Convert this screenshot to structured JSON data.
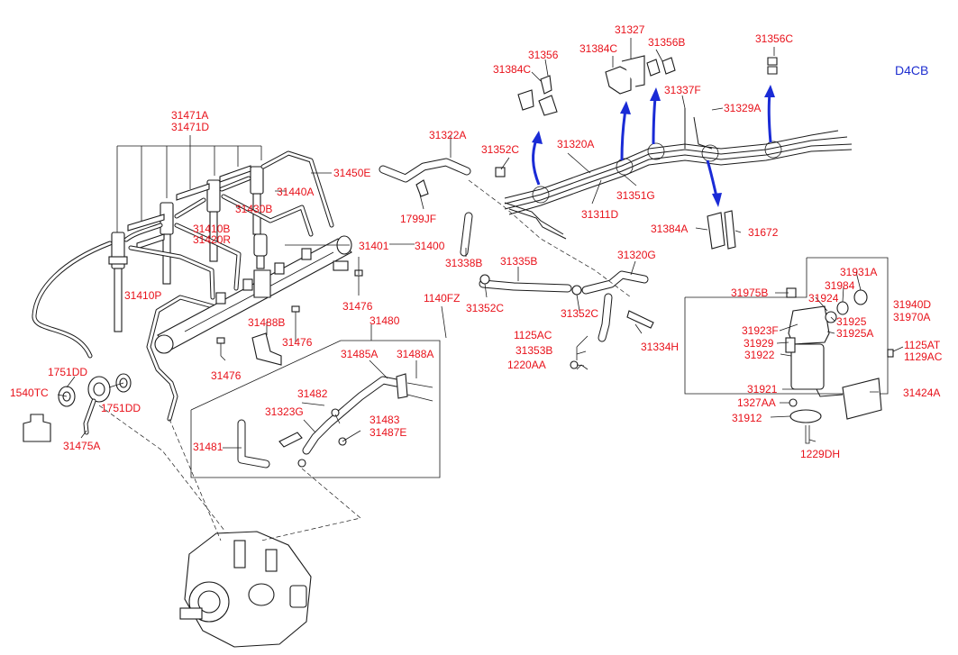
{
  "engine_code": "D4CB",
  "callouts": [
    {
      "id": "c31471",
      "lines": [
        "31471A",
        "31471D"
      ]
    },
    {
      "id": "c31450E",
      "lines": [
        "31450E"
      ]
    },
    {
      "id": "c31440A",
      "lines": [
        "31440A"
      ]
    },
    {
      "id": "c31430B",
      "lines": [
        "31430B"
      ]
    },
    {
      "id": "c31410B",
      "lines": [
        "31410B",
        "31420R"
      ]
    },
    {
      "id": "c31401",
      "lines": [
        "31401"
      ]
    },
    {
      "id": "c31400",
      "lines": [
        "31400"
      ]
    },
    {
      "id": "c31410P",
      "lines": [
        "31410P"
      ]
    },
    {
      "id": "c31476a",
      "lines": [
        "31476"
      ]
    },
    {
      "id": "c31476b",
      "lines": [
        "31476"
      ]
    },
    {
      "id": "c31476c",
      "lines": [
        "31476"
      ]
    },
    {
      "id": "c31488B",
      "lines": [
        "31488B"
      ]
    },
    {
      "id": "c31480",
      "lines": [
        "31480"
      ]
    },
    {
      "id": "c1140FZ",
      "lines": [
        "1140FZ"
      ]
    },
    {
      "id": "c31485A",
      "lines": [
        "31485A"
      ]
    },
    {
      "id": "c31488A",
      "lines": [
        "31488A"
      ]
    },
    {
      "id": "c31482",
      "lines": [
        "31482"
      ]
    },
    {
      "id": "c31323G",
      "lines": [
        "31323G"
      ]
    },
    {
      "id": "c31483",
      "lines": [
        "31483"
      ]
    },
    {
      "id": "c31487E",
      "lines": [
        "31487E"
      ]
    },
    {
      "id": "c31481",
      "lines": [
        "31481"
      ]
    },
    {
      "id": "c1751DDa",
      "lines": [
        "1751DD"
      ]
    },
    {
      "id": "c1751DDb",
      "lines": [
        "1751DD"
      ]
    },
    {
      "id": "c1540TC",
      "lines": [
        "1540TC"
      ]
    },
    {
      "id": "c31475A",
      "lines": [
        "31475A"
      ]
    },
    {
      "id": "c31322A",
      "lines": [
        "31322A"
      ]
    },
    {
      "id": "c31352Ca",
      "lines": [
        "31352C"
      ]
    },
    {
      "id": "c1799JF",
      "lines": [
        "1799JF"
      ]
    },
    {
      "id": "c31338B",
      "lines": [
        "31338B"
      ]
    },
    {
      "id": "c31335B",
      "lines": [
        "31335B"
      ]
    },
    {
      "id": "c31352Cb",
      "lines": [
        "31352C"
      ]
    },
    {
      "id": "c31352Cc",
      "lines": [
        "31352C"
      ]
    },
    {
      "id": "c31320G",
      "lines": [
        "31320G"
      ]
    },
    {
      "id": "c1125AC",
      "lines": [
        "1125AC"
      ]
    },
    {
      "id": "c31353B",
      "lines": [
        "31353B"
      ]
    },
    {
      "id": "c1220AA",
      "lines": [
        "1220AA"
      ]
    },
    {
      "id": "c31334H",
      "lines": [
        "31334H"
      ]
    },
    {
      "id": "c31320A",
      "lines": [
        "31320A"
      ]
    },
    {
      "id": "c31351G",
      "lines": [
        "31351G"
      ]
    },
    {
      "id": "c31311D",
      "lines": [
        "31311D"
      ]
    },
    {
      "id": "c31384Ca",
      "lines": [
        "31384C"
      ]
    },
    {
      "id": "c31356",
      "lines": [
        "31356"
      ]
    },
    {
      "id": "c31327",
      "lines": [
        "31327"
      ]
    },
    {
      "id": "c31384Cb",
      "lines": [
        "31384C"
      ]
    },
    {
      "id": "c31356B",
      "lines": [
        "31356B"
      ]
    },
    {
      "id": "c31356C",
      "lines": [
        "31356C"
      ]
    },
    {
      "id": "c31337F",
      "lines": [
        "31337F"
      ]
    },
    {
      "id": "c31329A",
      "lines": [
        "31329A"
      ]
    },
    {
      "id": "c31384A",
      "lines": [
        "31384A"
      ]
    },
    {
      "id": "c31672",
      "lines": [
        "31672"
      ]
    },
    {
      "id": "c31975B",
      "lines": [
        "31975B"
      ]
    },
    {
      "id": "c31931A",
      "lines": [
        "31931A"
      ]
    },
    {
      "id": "c31984",
      "lines": [
        "31984"
      ]
    },
    {
      "id": "c31924",
      "lines": [
        "31924"
      ]
    },
    {
      "id": "c31940D",
      "lines": [
        "31940D",
        "31970A"
      ]
    },
    {
      "id": "c31923F",
      "lines": [
        "31923F"
      ]
    },
    {
      "id": "c31925",
      "lines": [
        "31925"
      ]
    },
    {
      "id": "c31925A",
      "lines": [
        "31925A"
      ]
    },
    {
      "id": "c31929",
      "lines": [
        "31929"
      ]
    },
    {
      "id": "c31922",
      "lines": [
        "31922"
      ]
    },
    {
      "id": "c1125AT",
      "lines": [
        "1125AT",
        "1129AC"
      ]
    },
    {
      "id": "c31921",
      "lines": [
        "31921"
      ]
    },
    {
      "id": "c31424A",
      "lines": [
        "31424A"
      ]
    },
    {
      "id": "c1327AA",
      "lines": [
        "1327AA"
      ]
    },
    {
      "id": "c31912",
      "lines": [
        "31912"
      ]
    },
    {
      "id": "c1229DH",
      "lines": [
        "1229DH"
      ]
    }
  ],
  "colors": {
    "label": "#e8111a",
    "engine_code": "#1f2fd0",
    "arrow": "#1a2bd6",
    "line": "#1a1a1a"
  }
}
